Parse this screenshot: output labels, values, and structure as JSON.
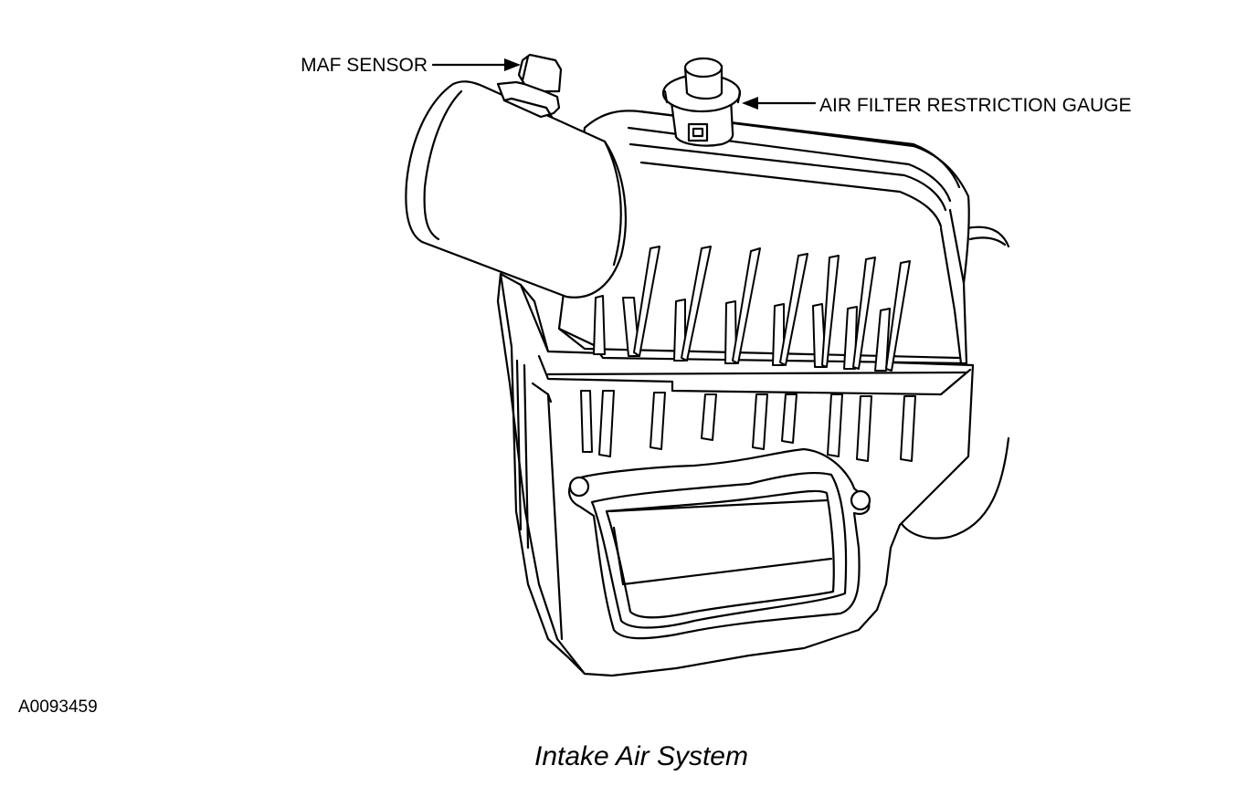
{
  "labels": {
    "maf_sensor": "MAF SENSOR",
    "air_filter_gauge": "AIR FILTER RESTRICTION GAUGE"
  },
  "figure_id": "A0093459",
  "caption": "Intake Air System"
}
